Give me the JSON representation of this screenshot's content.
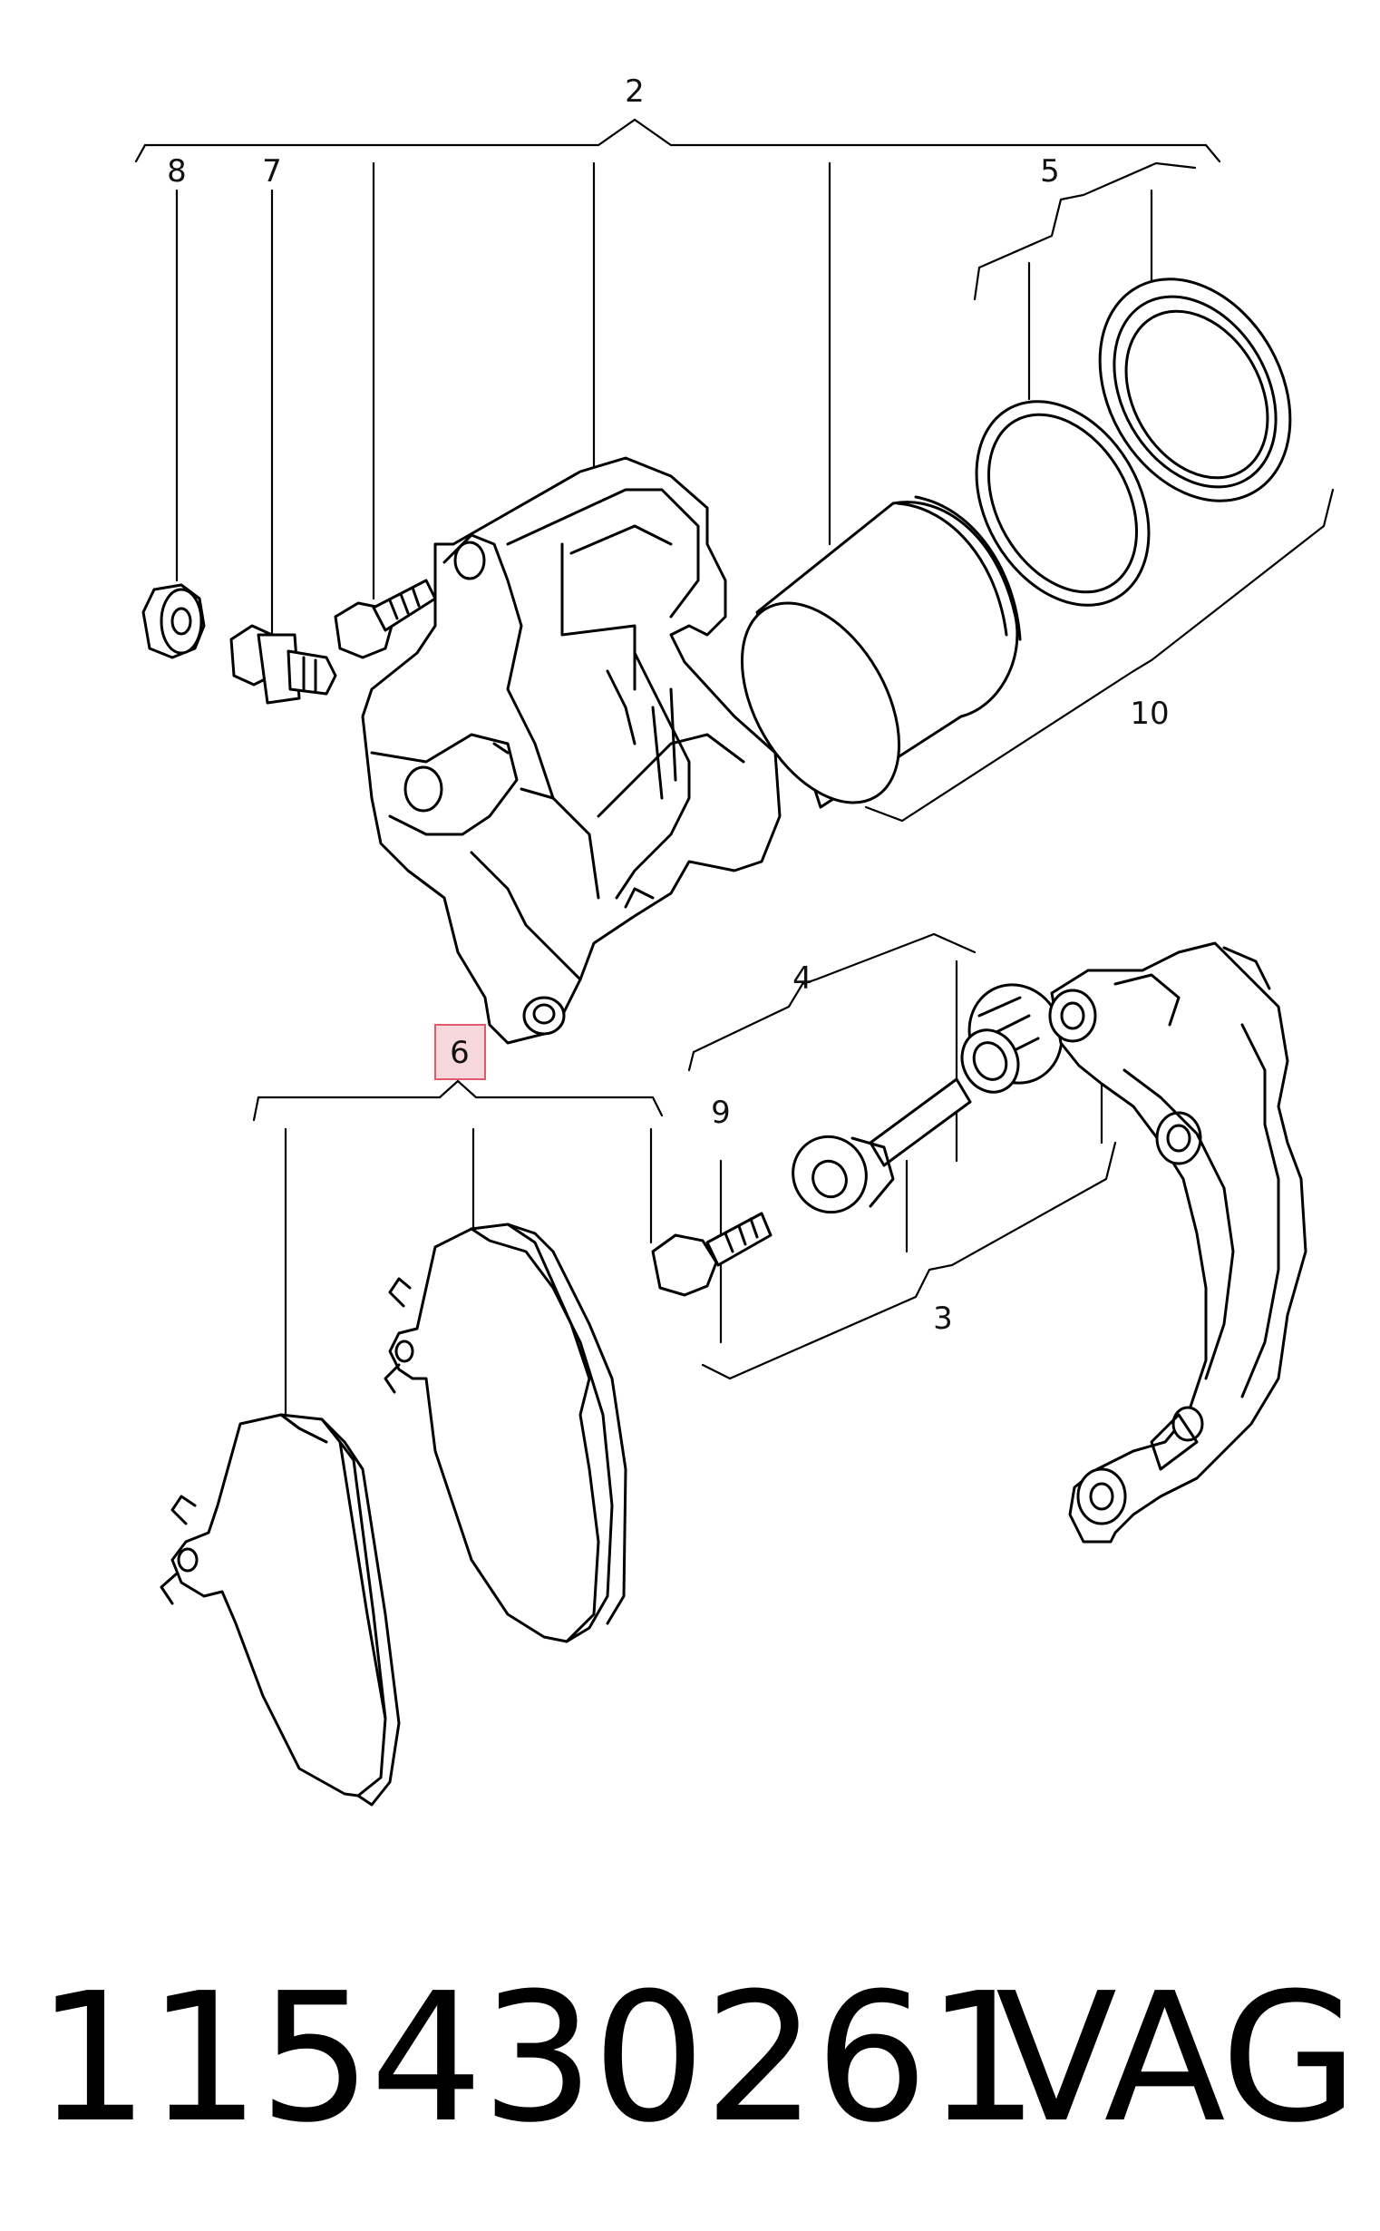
{
  "diagram": {
    "callouts": [
      "2",
      "8",
      "7",
      "5",
      "10",
      "4",
      "6",
      "9",
      "3"
    ],
    "highlighted_callout": "6",
    "highlight_color": "#e05a6a"
  },
  "footer": {
    "part_number": "115430261",
    "brand": "VAG"
  }
}
